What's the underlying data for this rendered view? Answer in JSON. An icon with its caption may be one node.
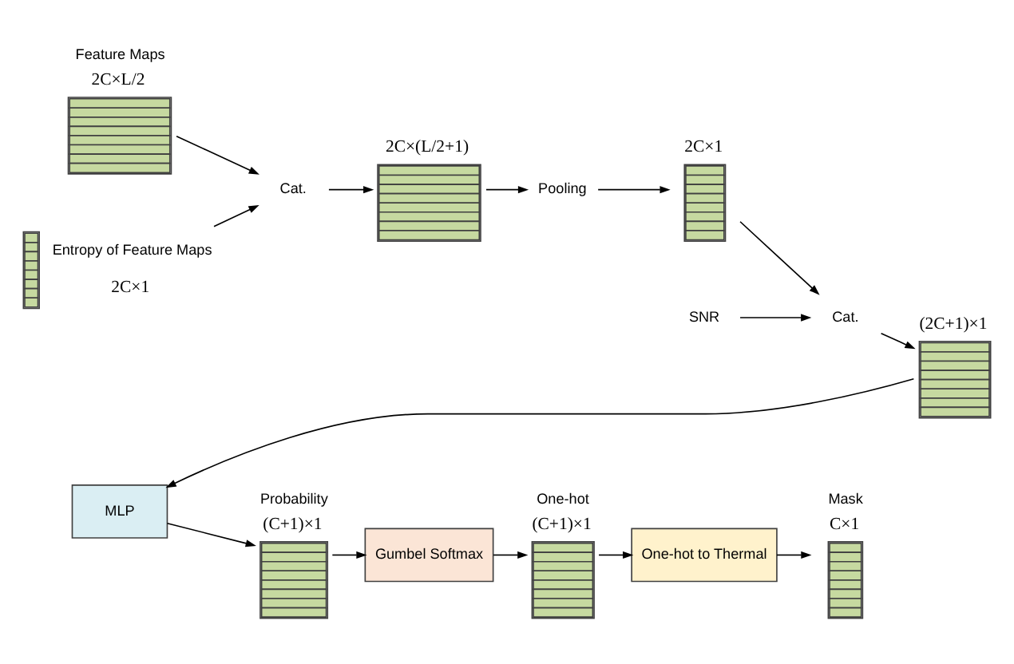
{
  "diagram": {
    "nodes": [
      {
        "text": [
          "Feature Maps",
          "2C×L/2"
        ]
      },
      {
        "text": [
          "Cat."
        ]
      },
      {
        "text": [
          "2C×(L/2+1)"
        ]
      },
      {
        "text": [
          "Pooling"
        ]
      },
      {
        "text": [
          "2C×1"
        ]
      },
      {
        "text": [
          "Cat."
        ]
      },
      {
        "text": [
          "(2C+1)×1"
        ]
      },
      {
        "text": [
          "Entropy of Feature Maps",
          "2C×1"
        ]
      },
      {
        "text": [
          "SNR"
        ]
      },
      {
        "text": [
          "MLP"
        ]
      },
      {
        "text": [
          "Probability",
          "(C+1)×1"
        ]
      },
      {
        "text": [
          "Gumbel Softmax"
        ]
      },
      {
        "text": [
          "One-hot",
          "(C+1)×1"
        ]
      },
      {
        "text": [
          "One-hot to Thermal"
        ]
      },
      {
        "text": [
          "Mask",
          "C×1"
        ]
      }
    ],
    "edges": [
      {
        "from": 0,
        "to": 1,
        "arrow": "to"
      },
      {
        "from": 7,
        "to": 1,
        "arrow": "to"
      },
      {
        "from": 1,
        "to": 2,
        "arrow": "to"
      },
      {
        "from": 2,
        "to": 3,
        "arrow": "to"
      },
      {
        "from": 3,
        "to": 4,
        "arrow": "to"
      },
      {
        "from": 4,
        "to": 5,
        "arrow": "to"
      },
      {
        "from": 8,
        "to": 5,
        "arrow": "to"
      },
      {
        "from": 5,
        "to": 6,
        "arrow": "to"
      },
      {
        "from": 6,
        "to": 9,
        "arrow": "to"
      },
      {
        "from": 9,
        "to": 10,
        "arrow": "to"
      },
      {
        "from": 10,
        "to": 11,
        "arrow": "to"
      },
      {
        "from": 11,
        "to": 12,
        "arrow": "to"
      },
      {
        "from": 12,
        "to": 13,
        "arrow": "to"
      },
      {
        "from": 13,
        "to": 14,
        "arrow": "to"
      }
    ]
  }
}
